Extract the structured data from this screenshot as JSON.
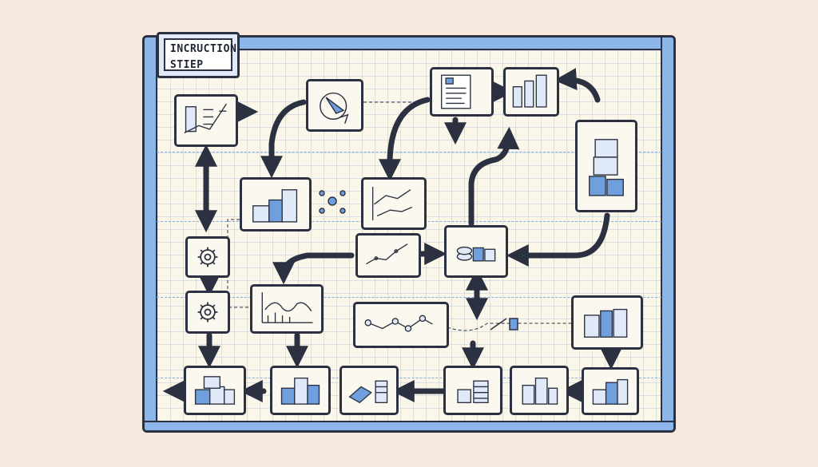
{
  "title": {
    "line1": "INCRUCTION",
    "line2": "STIEP"
  },
  "colors": {
    "background": "#f8e9de",
    "grid": "#fbf6ea",
    "accent": "#8db7ea",
    "ink": "#2b3140",
    "shape_blue": "#6f9fdc"
  },
  "nodes": [
    {
      "name": "node-chart-sheet",
      "icon": "chart-sheet-icon"
    },
    {
      "name": "node-cycle",
      "icon": "cycle-arrow-icon"
    },
    {
      "name": "node-document",
      "icon": "document-icon"
    },
    {
      "name": "node-coin-stacks-top",
      "icon": "coin-stack-icon"
    },
    {
      "name": "node-box-tower",
      "icon": "box-tower-icon"
    },
    {
      "name": "node-cubes-left",
      "icon": "cube-stack-icon"
    },
    {
      "name": "node-trend-chart",
      "icon": "trend-chart-icon"
    },
    {
      "name": "node-gear-1",
      "icon": "gear-icon"
    },
    {
      "name": "node-gear-2",
      "icon": "gear-icon"
    },
    {
      "name": "node-line-center",
      "icon": "line-chart-icon"
    },
    {
      "name": "node-disk-stack",
      "icon": "disk-stack-icon"
    },
    {
      "name": "node-area-chart",
      "icon": "area-chart-icon"
    },
    {
      "name": "node-path-chain",
      "icon": "path-chain-icon"
    },
    {
      "name": "node-bottom-left-cubes",
      "icon": "cube-stack-icon"
    },
    {
      "name": "node-bottom-cubes-2",
      "icon": "cube-stack-icon"
    },
    {
      "name": "node-card-coins",
      "icon": "card-coin-icon"
    },
    {
      "name": "node-coins-bottom-1",
      "icon": "coin-stack-icon"
    },
    {
      "name": "node-coins-bottom-2",
      "icon": "coin-stack-icon"
    },
    {
      "name": "node-bottom-right-cubes",
      "icon": "cube-stack-icon"
    },
    {
      "name": "node-right-files",
      "icon": "file-stack-icon"
    }
  ]
}
